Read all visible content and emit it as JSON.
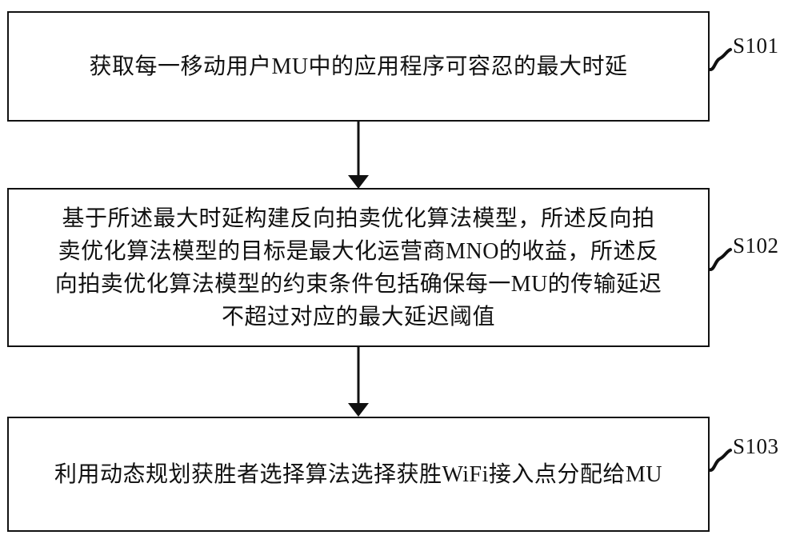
{
  "figure": {
    "type": "flowchart",
    "orientation": "vertical",
    "background_color": "#ffffff",
    "line_color": "#111111",
    "steps": [
      {
        "id": "S101",
        "label": "S101",
        "text": "获取每一移动用户MU中的应用程序可容忍的最大时延",
        "lines": [
          "获取每一移动用户MU中的应用程序可容忍的最大时延"
        ]
      },
      {
        "id": "S102",
        "label": "S102",
        "text": "基于所述最大时延构建反向拍卖优化算法模型，所述反向拍卖优化算法模型的目标是最大化运营商MNO的收益，所述反向拍卖优化算法模型的约束条件包括确保每一MU的传输延迟不超过对应的最大延迟阈值",
        "lines": [
          "基于所述最大时延构建反向拍卖优化算法模型，所述反向拍",
          "卖优化算法模型的目标是最大化运营商MNO的收益，所述反",
          "向拍卖优化算法模型的约束条件包括确保每一MU的传输延迟",
          "不超过对应的最大延迟阈值"
        ]
      },
      {
        "id": "S103",
        "label": "S103",
        "text": "利用动态规划获胜者选择算法选择获胜WiFi接入点分配给MU",
        "lines": [
          "利用动态规划获胜者选择算法选择获胜WiFi接入点分配给MU"
        ]
      }
    ],
    "connectors": [
      {
        "from": "S101",
        "to": "S102",
        "style": "arrow-down"
      },
      {
        "from": "S102",
        "to": "S103",
        "style": "arrow-down"
      }
    ],
    "leaders": [
      {
        "for": "S101",
        "style": "squiggle"
      },
      {
        "for": "S102",
        "style": "squiggle"
      },
      {
        "for": "S103",
        "style": "squiggle"
      }
    ]
  }
}
